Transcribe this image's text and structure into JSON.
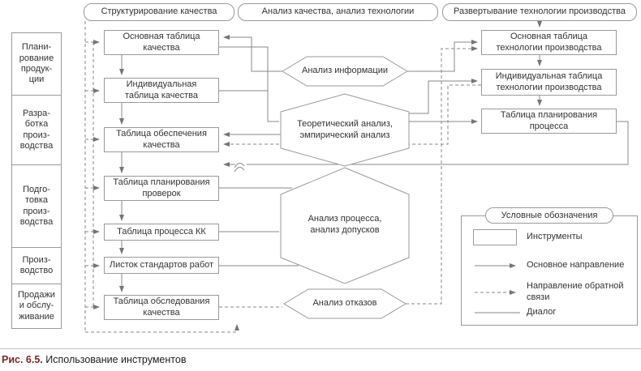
{
  "headers": {
    "structuring": "Структурирование качества",
    "analysis": "Анализ качества, анализ технологии",
    "deployment": "Развертывание технологии производства"
  },
  "sidebar": {
    "phases": [
      "Плани-\nрование\nпродук-\nции",
      "Разра-\nботка\nпроиз-\nводства",
      "Подго-\nтовка\nпроиз-\nводства",
      "Произ-\nводство",
      "Продажи\nи обслу-\nживание"
    ]
  },
  "quality_tables": [
    "Основная таблица\nкачества",
    "Индивидуальная\nтаблица качества",
    "Таблица обеспечения\nкачества",
    "Таблица планирования\nпроверок",
    "Таблица процесса КК",
    "Листок стандартов работ",
    "Таблица обследования\nкачества"
  ],
  "analysis_nodes": [
    "Анализ информации",
    "Теоретический анализ,\nэмпирический анализ",
    "Анализ процесса,\nанализ допусков",
    "Анализ отказов"
  ],
  "technology_tables": [
    "Основная таблица\nтехнологии производства",
    "Индивидуальная таблица\nтехнологии производства",
    "Таблица планирования\nпроцесса"
  ],
  "legend": {
    "title": "Условные обозначения",
    "items": [
      {
        "symbol": "tool-box",
        "label": "Инструменты"
      },
      {
        "symbol": "solid-arrow",
        "label": "Основное направление"
      },
      {
        "symbol": "dashed-arrow",
        "label": "Направление обратной связи"
      },
      {
        "symbol": "plain-line",
        "label": "Диалог"
      }
    ]
  },
  "caption": {
    "label": "Рис. 6.5.",
    "text": "Использование инструментов"
  },
  "colors": {
    "stroke": "#8a8a8a",
    "border": "#9a9a9a",
    "text": "#333333",
    "caption_label": "#7a2626"
  }
}
